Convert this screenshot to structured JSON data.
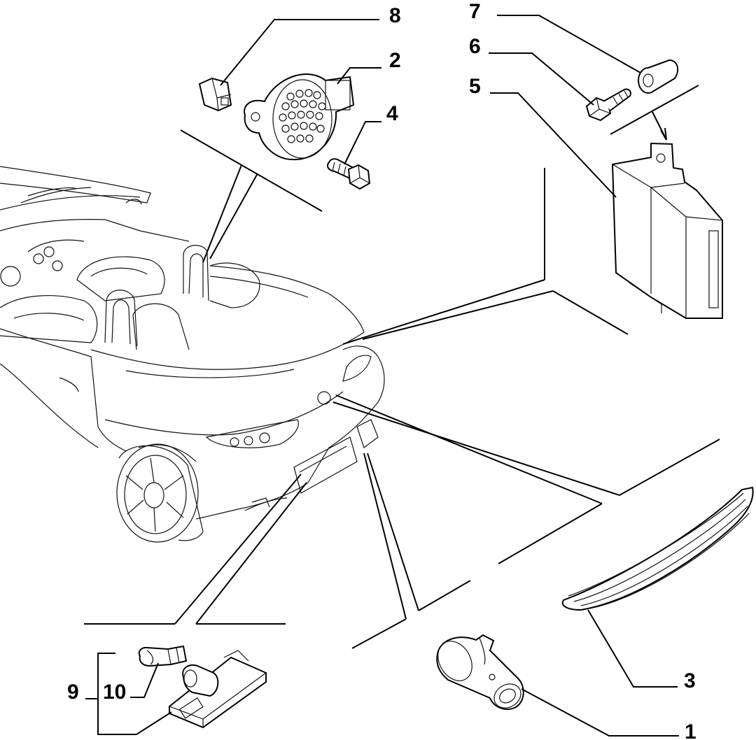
{
  "parts": [
    {
      "id": "p1",
      "label": "1"
    },
    {
      "id": "p2",
      "label": "2"
    },
    {
      "id": "p3",
      "label": "3"
    },
    {
      "id": "p4",
      "label": "4"
    },
    {
      "id": "p5",
      "label": "5"
    },
    {
      "id": "p6",
      "label": "6"
    },
    {
      "id": "p7",
      "label": "7"
    },
    {
      "id": "p8",
      "label": "8"
    },
    {
      "id": "p9",
      "label": "9"
    },
    {
      "id": "p10",
      "label": "10"
    }
  ]
}
